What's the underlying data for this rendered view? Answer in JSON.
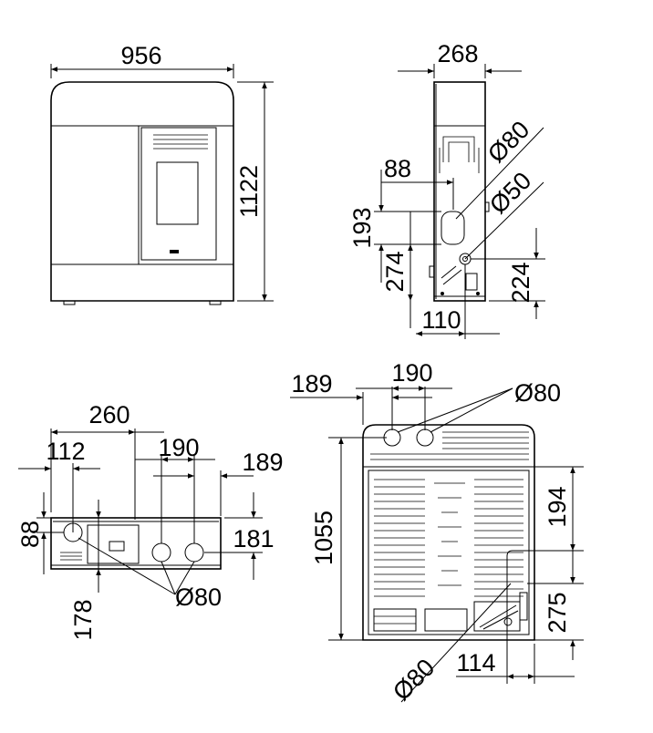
{
  "dimensions": {
    "front_width": "956",
    "front_height": "1122",
    "side_depth": "268",
    "side_pipe_d80": "Ø80",
    "side_pipe_d50": "Ø50",
    "side_88": "88",
    "side_193": "193",
    "side_274": "274",
    "side_224": "224",
    "side_110": "110",
    "top_260": "260",
    "top_112": "112",
    "top_190": "190",
    "top_189": "189",
    "top_88": "88",
    "top_181": "181",
    "top_d80": "Ø80",
    "top_178": "178",
    "rear_189": "189",
    "rear_190": "190",
    "rear_d80_top": "Ø80",
    "rear_1055": "1055",
    "rear_194": "194",
    "rear_275": "275",
    "rear_d80_bottom": "Ø80",
    "rear_114": "114"
  }
}
